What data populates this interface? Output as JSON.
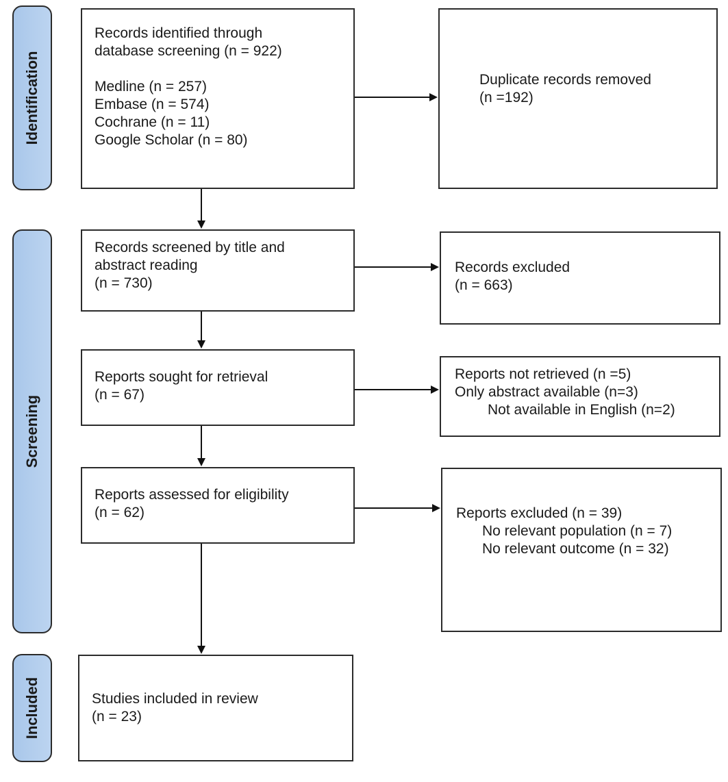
{
  "stages": {
    "identification": "Identification",
    "screening": "Screening",
    "included": "Included"
  },
  "identification": {
    "title_line1": "Records identified through",
    "title_line2": "database screening (n = 922)",
    "sources": [
      "Medline (n = 257)",
      "Embase (n = 574)",
      "Cochrane (n = 11)",
      "Google Scholar (n = 80)"
    ],
    "duplicates_line1": "Duplicate records removed",
    "duplicates_line2": "(n =192)"
  },
  "screening": {
    "screened_line1": "Records screened by title and",
    "screened_line2": "abstract reading",
    "screened_line3": "(n = 730)",
    "excluded_line1": "Records excluded",
    "excluded_line2": "(n = 663)",
    "sought_line1": "Reports sought for retrieval",
    "sought_line2": "(n = 67)",
    "not_retrieved_line1": "Reports not retrieved (n =5)",
    "not_retrieved_line2": "Only abstract available (n=3)",
    "not_retrieved_line3": "Not available in English (n=2)",
    "assessed_line1": "Reports assessed for eligibility",
    "assessed_line2": "(n = 62)",
    "reports_excluded_line1": "Reports excluded (n = 39)",
    "reports_excluded_line2": "No relevant population (n = 7)",
    "reports_excluded_line3": "No relevant outcome (n = 32)"
  },
  "included": {
    "line1": "Studies included in review",
    "line2": "(n = 23)"
  },
  "colors": {
    "stage_fill": "#b3cdee",
    "border": "#2b2b2b",
    "arrow": "#111111"
  }
}
